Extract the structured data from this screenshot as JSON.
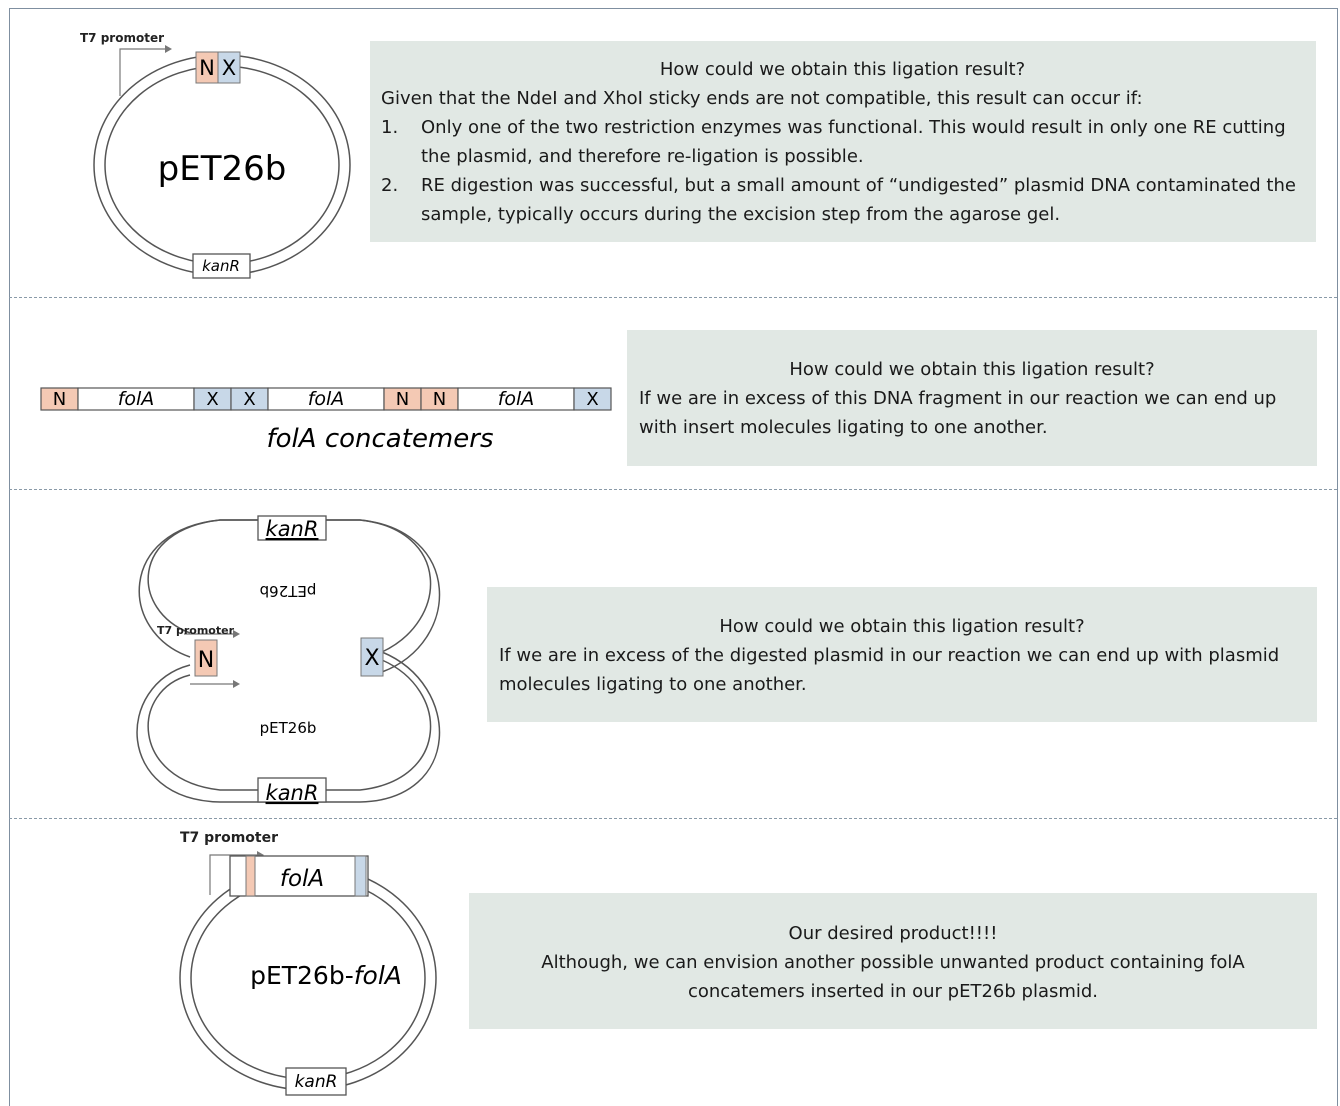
{
  "colors": {
    "ndei_box": "#f4c9b4",
    "xhoi_box": "#c8d8e8",
    "note_bg": "#e1e8e4",
    "outline": "#555555"
  },
  "panel1": {
    "promoter_label": "T7 promoter",
    "n_label": "N",
    "x_label": "X",
    "plasmid_label": "pET26b",
    "kanr_label": "kanR",
    "note": {
      "title": "How could we obtain this ligation result?",
      "intro": "Given that the NdeI and XhoI sticky ends are not compatible, this result can occur if:",
      "items": [
        {
          "num": "1.",
          "text": "Only one of the two restriction enzymes was functional. This would result in only one RE cutting the plasmid, and therefore re-ligation is possible."
        },
        {
          "num": "2.",
          "text": "RE digestion was successful, but a small amount of “undigested” plasmid DNA contaminated the sample, typically occurs during the excision step from the agarose gel."
        }
      ]
    }
  },
  "panel2": {
    "segments": [
      {
        "type": "N",
        "label": "N"
      },
      {
        "type": "gene",
        "label": "folA"
      },
      {
        "type": "X",
        "label": "X"
      },
      {
        "type": "X",
        "label": "X"
      },
      {
        "type": "gene",
        "label": "folA"
      },
      {
        "type": "N",
        "label": "N"
      },
      {
        "type": "N",
        "label": "N"
      },
      {
        "type": "gene",
        "label": "folA"
      },
      {
        "type": "X",
        "label": "X"
      }
    ],
    "caption": "folA concatemers",
    "note": {
      "title": "How could we obtain this ligation result?",
      "body": "If we are in excess of this DNA fragment in our reaction we can end up with insert molecules ligating to one another."
    }
  },
  "panel3": {
    "kanr_top": "kanR",
    "kanr_bottom": "kanR",
    "plasmid_top": "pET26b",
    "plasmid_bottom": "pET26b",
    "promoter_label": "T7 promoter",
    "n_label": "N",
    "x_label": "X",
    "note": {
      "title": "How could we obtain this ligation result?",
      "body": "If we are in excess of the digested plasmid in our reaction we can end up with plasmid molecules ligating to one another."
    }
  },
  "panel4": {
    "promoter_label": "T7 promoter",
    "gene_label": "folA",
    "plasmid_prefix": "pET26b-",
    "plasmid_gene": "folA",
    "kanr_label": "kanR",
    "note": {
      "title": "Our desired product!!!!",
      "body": "Although, we can envision another possible unwanted product containing folA concatemers inserted in our pET26b plasmid."
    }
  }
}
